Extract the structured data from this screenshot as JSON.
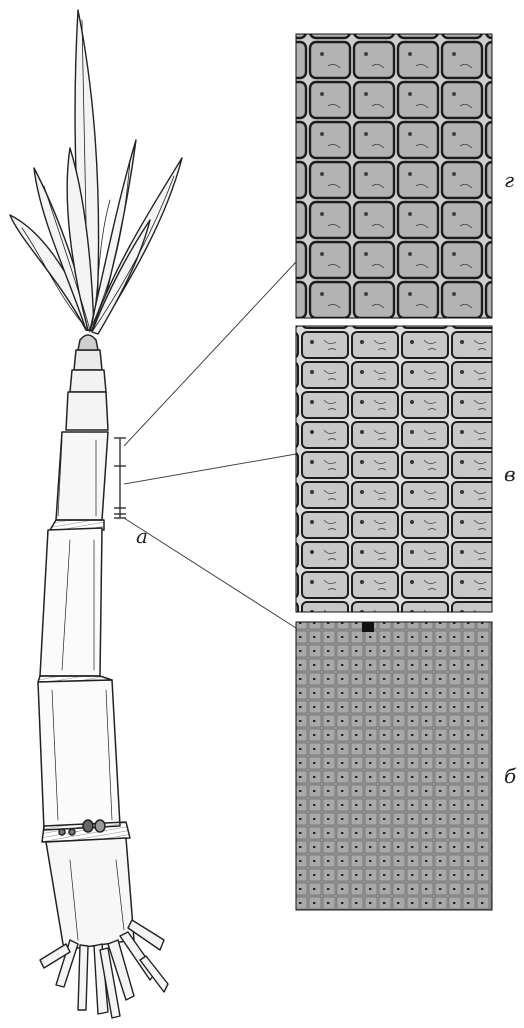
{
  "labels": {
    "marker": "а",
    "panel_top": "г",
    "panel_middle": "в",
    "panel_bottom": "б"
  },
  "colors": {
    "ink": "#222222",
    "paper": "#ffffff",
    "micro_light": "#cfcfcf",
    "micro_dark": "#8a8a8a",
    "cell_wall": "#1e1e1e"
  },
  "panels": [
    {
      "id": "top",
      "texture": "large-parenchyma-cells"
    },
    {
      "id": "middle",
      "texture": "elongating-cells"
    },
    {
      "id": "bottom",
      "texture": "dense-small-cells"
    }
  ]
}
